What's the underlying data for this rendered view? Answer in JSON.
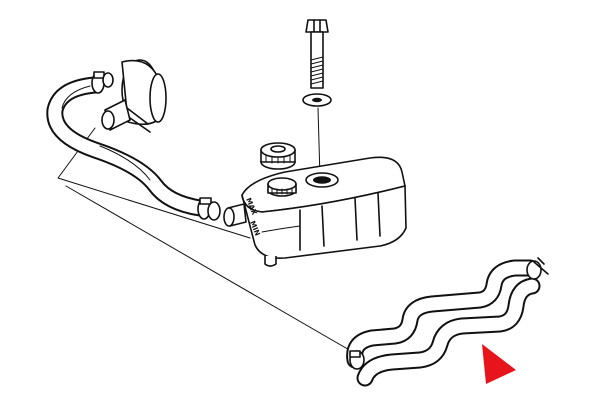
{
  "tank": {
    "label_max": "MAX",
    "label_min": "MIN"
  },
  "arrow": {
    "color": "#e8141c"
  },
  "icons": {
    "arrow": "red-triangle-pointer",
    "cap": "filler-cap-icon",
    "bolt": "mounting-bolt-icon",
    "clamp": "hose-clamp-icon"
  }
}
